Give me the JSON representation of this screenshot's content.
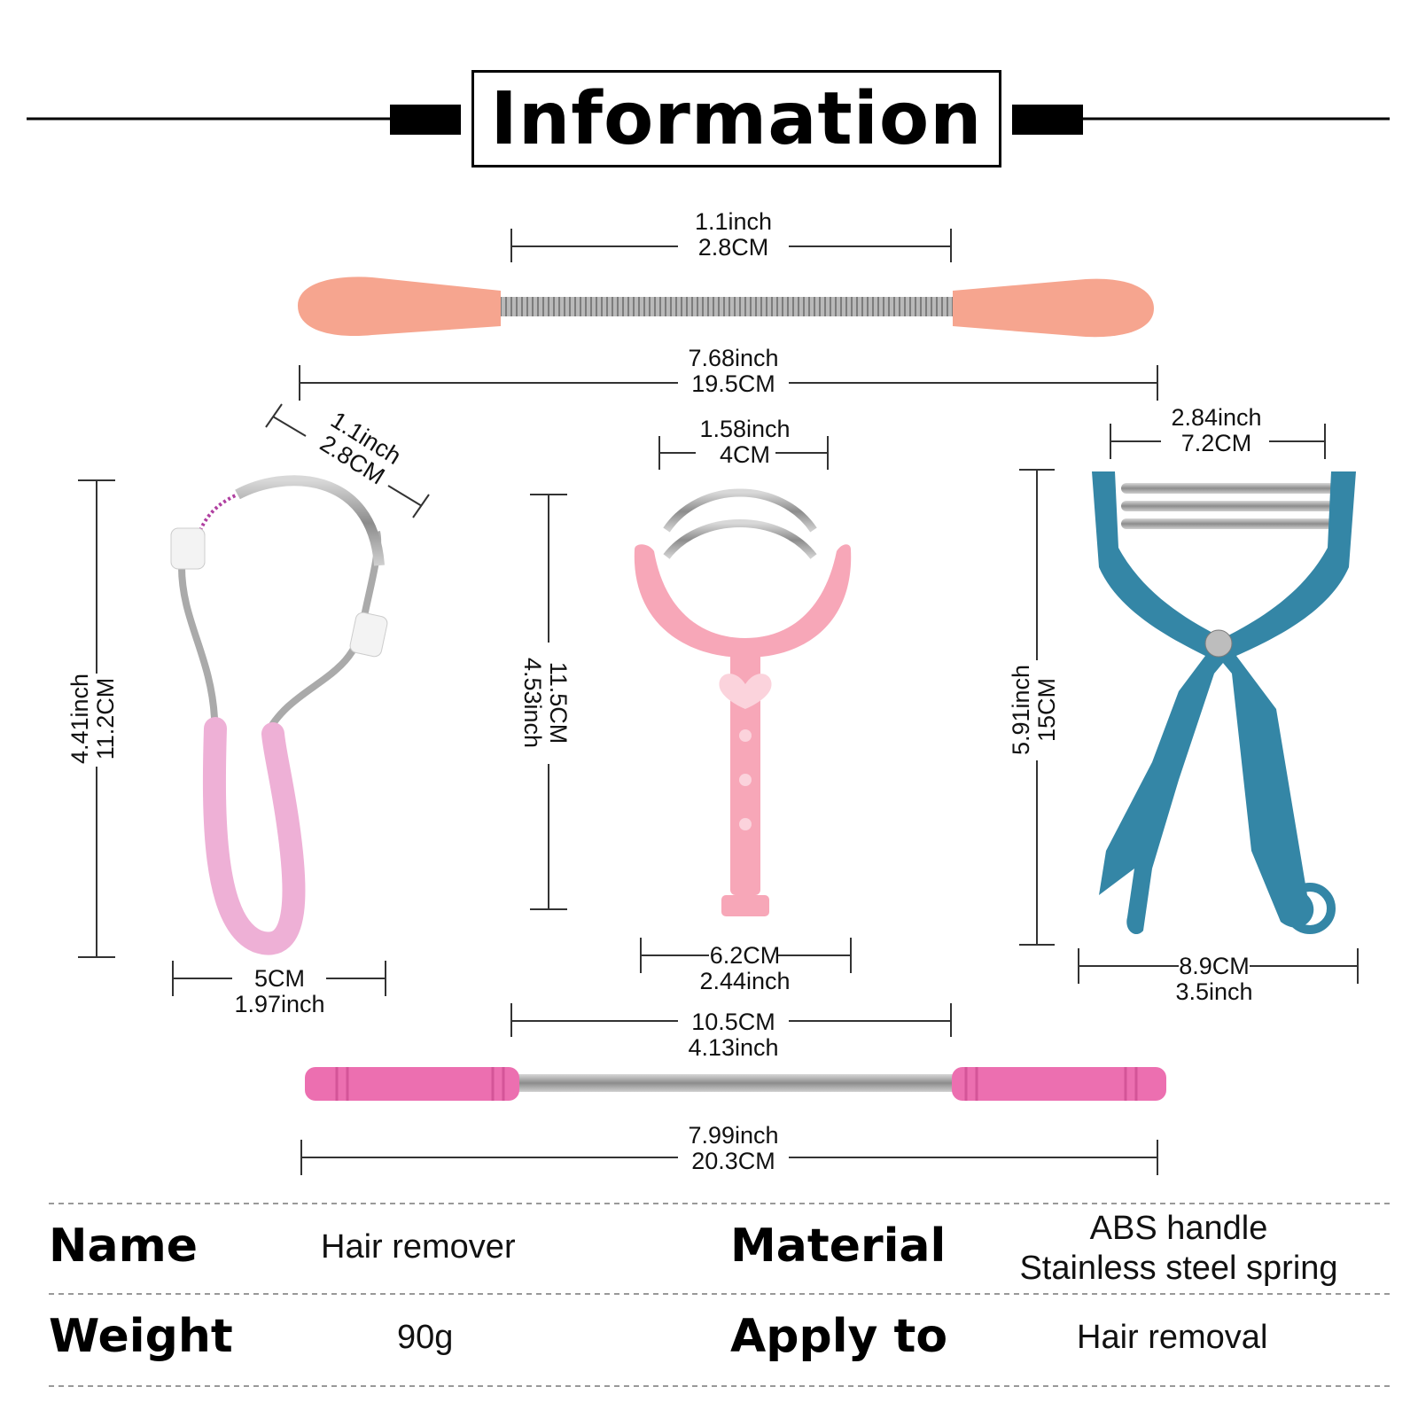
{
  "header": {
    "title": "Information"
  },
  "dimensions": {
    "spring_top_inner": {
      "inch": "1.1inch",
      "cm": "2.8CM"
    },
    "spring_top_total": {
      "inch": "7.68inch",
      "cm": "19.5CM"
    },
    "hook_width": {
      "inch": "1.1inch",
      "cm": "2.8CM"
    },
    "hook_height": {
      "inch": "4.41inch",
      "cm": "11.2CM"
    },
    "hook_base": {
      "cm": "5CM",
      "inch": "1.97inch"
    },
    "loop_top": {
      "inch": "1.58inch",
      "cm": "4CM"
    },
    "loop_height": {
      "cm": "11.5CM",
      "inch": "4.53inch"
    },
    "loop_base": {
      "cm": "6.2CM",
      "inch": "2.44inch"
    },
    "tong_top": {
      "inch": "2.84inch",
      "cm": "7.2CM"
    },
    "tong_height": {
      "inch": "5.91inch",
      "cm": "15CM"
    },
    "tong_base": {
      "cm": "8.9CM",
      "inch": "3.5inch"
    },
    "spring_bottom_inner": {
      "cm": "10.5CM",
      "inch": "4.13inch"
    },
    "spring_bottom_total": {
      "inch": "7.99inch",
      "cm": "20.3CM"
    }
  },
  "specs": {
    "name_label": "Name",
    "name_value": "Hair remover",
    "material_label": "Material",
    "material_value_line1": "ABS handle",
    "material_value_line2": "Stainless steel spring",
    "weight_label": "Weight",
    "weight_value": "90g",
    "apply_label": "Apply to",
    "apply_value": "Hair removal"
  },
  "colors": {
    "peach": "#f5a38e",
    "pink_light": "#eeb0d6",
    "pink_salmon": "#f7a7b8",
    "teal": "#3486a6",
    "magenta": "#ec6fb0",
    "steel": "#a9a9a9"
  }
}
